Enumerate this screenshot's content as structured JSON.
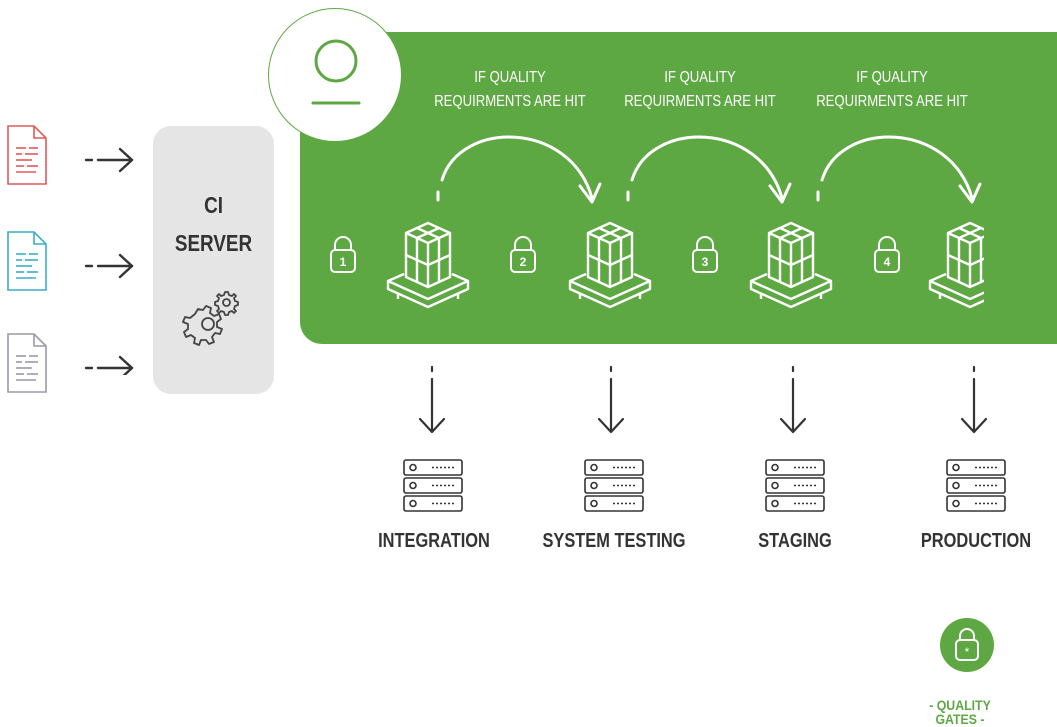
{
  "ci_server": {
    "line1": "CI",
    "line2": "SERVER",
    "icon": "gears-icon"
  },
  "inputs": [
    {
      "icon": "code-file-icon",
      "color": "#e05a5a"
    },
    {
      "icon": "code-file-icon",
      "color": "#3aaec9"
    },
    {
      "icon": "code-file-icon",
      "color": "#9a9aa6"
    }
  ],
  "pipeline": {
    "logo_icon": "user-icon",
    "conditions": [
      {
        "line1": "IF QUALITY",
        "line2": "REQUIRMENTS ARE HIT"
      },
      {
        "line1": "IF QUALITY",
        "line2": "REQUIRMENTS ARE HIT"
      },
      {
        "line1": "IF QUALITY",
        "line2": "REQUIRMENTS ARE HIT"
      }
    ],
    "gates": [
      "1",
      "2",
      "3",
      "4"
    ]
  },
  "environments": [
    {
      "label": "INTEGRATION",
      "icon": "server-rack-icon"
    },
    {
      "label": "SYSTEM TESTING",
      "icon": "server-rack-icon"
    },
    {
      "label": "STAGING",
      "icon": "server-rack-icon"
    },
    {
      "label": "PRODUCTION",
      "icon": "server-rack-icon"
    }
  ],
  "legend": {
    "label": "- QUALITY GATES -",
    "icon": "lock-icon"
  },
  "colors": {
    "green": "#5ea843",
    "ci_box": "#e5e5e5",
    "text_dark": "#333333"
  }
}
